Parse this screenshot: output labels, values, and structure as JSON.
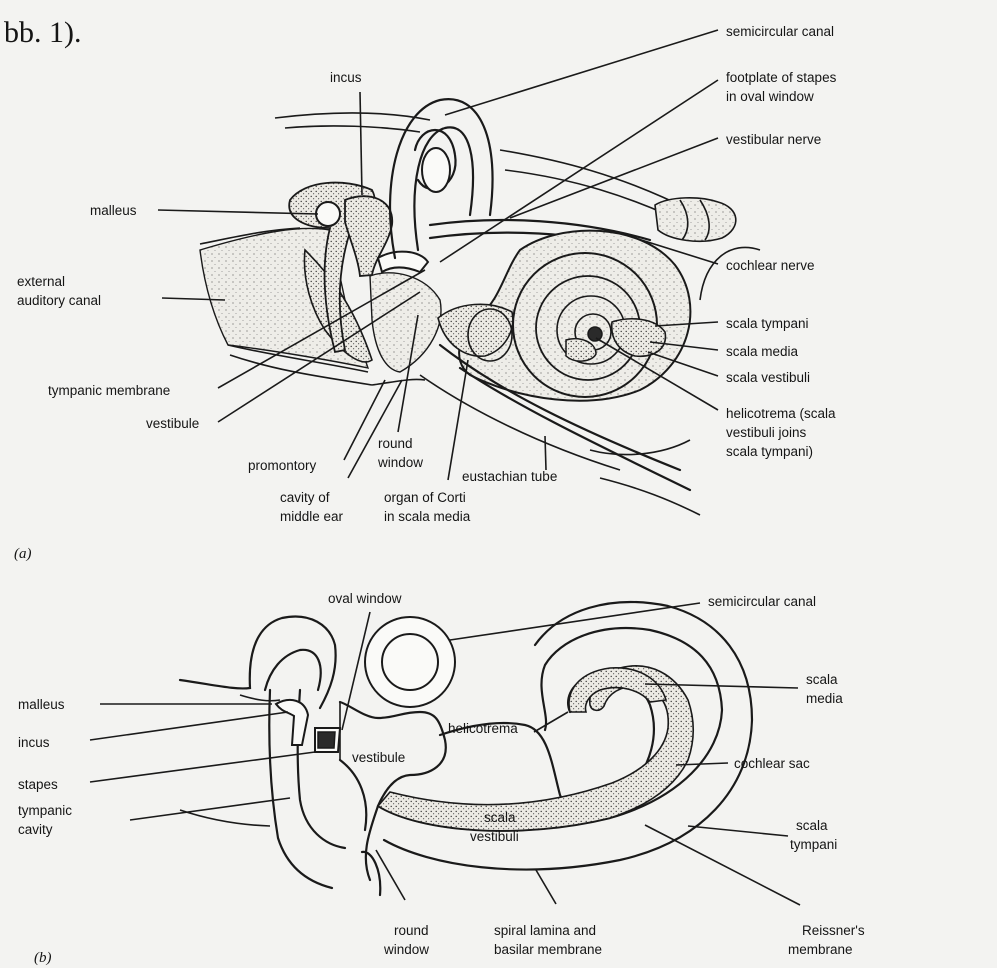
{
  "header": "bb. 1).",
  "panel_a": {
    "tag": "(a)",
    "labels": {
      "semicircular_canal": [
        "semicircular canal"
      ],
      "incus": [
        "incus"
      ],
      "footplate": [
        "footplate of stapes",
        "in oval window"
      ],
      "vestibular_nerve": [
        "vestibular nerve"
      ],
      "malleus": [
        "malleus"
      ],
      "cochlear_nerve": [
        "cochlear nerve"
      ],
      "external_auditory_canal": [
        "external",
        "auditory canal"
      ],
      "scala_tympani": [
        "scala tympani"
      ],
      "scala_media": [
        "scala media"
      ],
      "scala_vestibuli": [
        "scala vestibuli"
      ],
      "tympanic_membrane": [
        "tympanic membrane"
      ],
      "vestibule": [
        "vestibule"
      ],
      "helicotrema": [
        "helicotrema (scala",
        "vestibuli joins",
        "scala tympani)"
      ],
      "round_window": [
        "round",
        "window"
      ],
      "promontory": [
        "promontory"
      ],
      "eustachian_tube": [
        "eustachian tube"
      ],
      "cavity_middle_ear": [
        "cavity of",
        "middle ear"
      ],
      "organ_of_corti": [
        "organ of Corti",
        "in scala media"
      ]
    }
  },
  "panel_b": {
    "tag": "(b)",
    "labels": {
      "oval_window": [
        "oval window"
      ],
      "semicircular_canal": [
        "semicircular canal"
      ],
      "scala_media": [
        "scala",
        "media"
      ],
      "malleus": [
        "malleus"
      ],
      "helicotrema": [
        "helicotrema"
      ],
      "incus": [
        "incus"
      ],
      "vestibule": [
        "vestibule"
      ],
      "cochlear_sac": [
        "cochlear sac"
      ],
      "stapes": [
        "stapes"
      ],
      "tympanic_cavity": [
        "tympanic",
        "cavity"
      ],
      "scala_vestibuli": [
        "scala",
        "vestibuli"
      ],
      "scala_tympani": [
        "scala",
        "tympani"
      ],
      "round_window": [
        "round",
        "window"
      ],
      "spiral_lamina": [
        "spiral lamina and",
        "basilar membrane"
      ],
      "reissners_membrane": [
        "Reissner's",
        "membrane"
      ]
    }
  }
}
